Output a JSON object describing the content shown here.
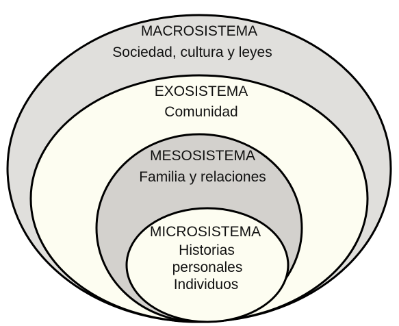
{
  "layers": [
    {
      "id": "macro",
      "title": "MACROSISTEMA",
      "subtitle_lines": [
        "Sociedad, cultura y leyes"
      ],
      "fill": "#e0dfdc"
    },
    {
      "id": "exo",
      "title": "EXOSISTEMA",
      "subtitle_lines": [
        "Comunidad"
      ],
      "fill": "#fdfdf1"
    },
    {
      "id": "meso",
      "title": "MESOSISTEMA",
      "subtitle_lines": [
        "Familia y relaciones"
      ],
      "fill": "#d3d1cd"
    },
    {
      "id": "micro",
      "title": "MICROSISTEMA",
      "subtitle_lines": [
        "Historias",
        "personales",
        "Individuos"
      ],
      "fill": "#fdfdf1"
    }
  ],
  "stroke_color": "#000000"
}
